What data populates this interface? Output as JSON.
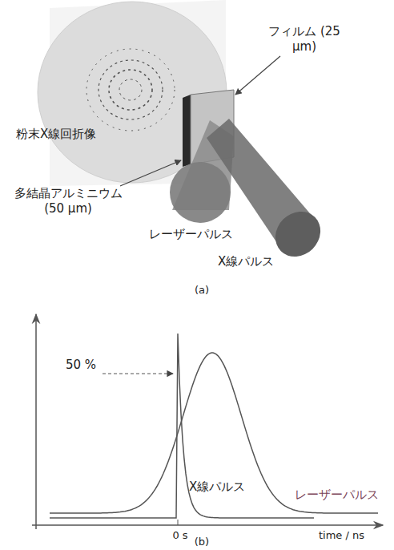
{
  "diagram": {
    "labels": [
      "フィルム (25 μm)",
      "粉末X線回折像",
      "多結晶アルミニウム (50 μm)",
      "レーザーパルス",
      "X線パルス",
      "(a)",
      "50 %",
      "X線パルス",
      "レーザーパルス",
      "0 s",
      "time / ns",
      "(b)"
    ]
  }
}
